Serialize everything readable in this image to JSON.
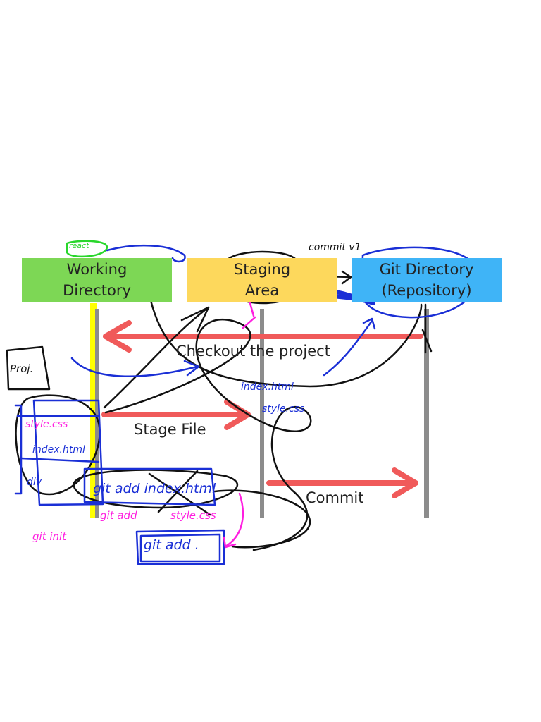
{
  "boxes": {
    "working": {
      "line1": "Working",
      "line2": "Directory",
      "color": "#7dd755"
    },
    "staging": {
      "line1": "Staging",
      "line2": "Area",
      "color": "#fdd85c"
    },
    "repo": {
      "line1": "Git Directory",
      "line2": "(Repository)",
      "color": "#3fb4f7"
    }
  },
  "arrows": {
    "checkout": "Checkout the project",
    "stage": "Stage File",
    "commit": "Commit"
  },
  "colors": {
    "arrow": "#f05a5a",
    "lifeline": "#8c8c8c",
    "highlight": "#ffff00",
    "ink_black": "#111111",
    "ink_blue": "#1a2fd6",
    "ink_pink": "#ff1ee0",
    "ink_green": "#29d62c"
  },
  "annotations": {
    "commit_v1": "commit v1",
    "index_html": "index.html",
    "style_css": "style.css",
    "file_style": "style.css",
    "file_index": "index.html",
    "file_div": "div",
    "git_add_index": "git add index.html",
    "git_add_pink": "git add",
    "style_css_pink": "style.css",
    "git_add_dot": "git add .",
    "git_init": "git init",
    "proj": "Proj.",
    "react": "react"
  }
}
